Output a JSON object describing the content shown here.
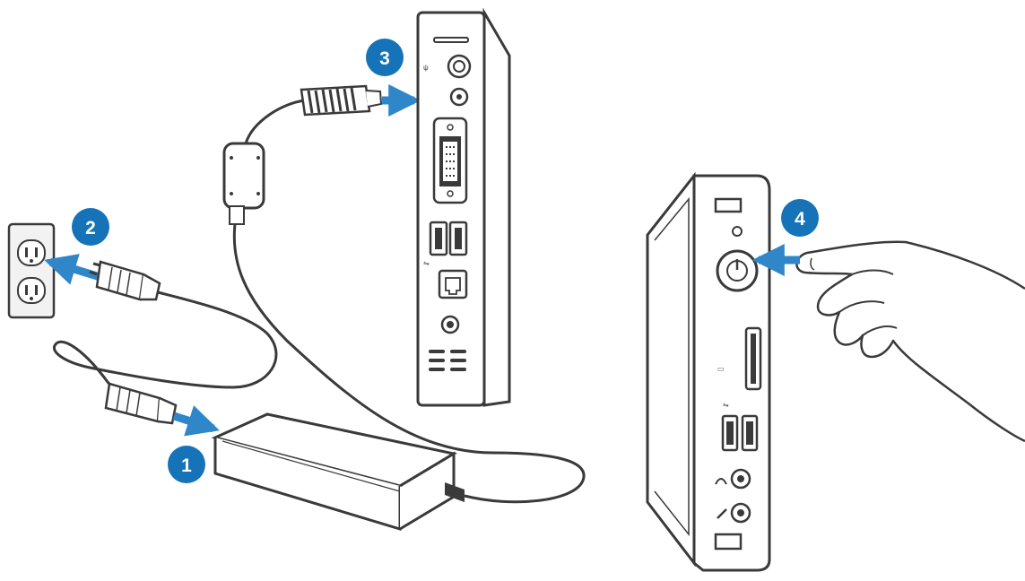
{
  "steps": [
    {
      "number": "1"
    },
    {
      "number": "2"
    },
    {
      "number": "3"
    },
    {
      "number": "4"
    }
  ],
  "colors": {
    "badge": "#1673b8",
    "arrow": "#2f86c8",
    "line": "#3a3a3a",
    "outlet": "#f2f2f2"
  },
  "icons": [
    "wall-outlet-icon",
    "power-adapter-icon",
    "mini-pc-rear-icon",
    "mini-pc-front-icon",
    "hand-pressing-icon",
    "power-button-icon",
    "arrow-right-icon",
    "arrow-left-icon"
  ]
}
